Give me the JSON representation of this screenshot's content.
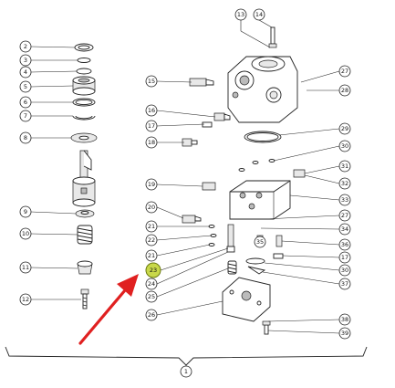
{
  "diagram": {
    "callouts_left": [
      "2",
      "3",
      "4",
      "5",
      "6",
      "7",
      "8",
      "9",
      "10",
      "11",
      "12"
    ],
    "callouts_top": [
      "13",
      "14"
    ],
    "callouts_middle": [
      "15",
      "16",
      "17",
      "18",
      "19",
      "20",
      "21",
      "22",
      "21",
      "23",
      "24",
      "25",
      "26"
    ],
    "callouts_right": [
      "27",
      "28",
      "29",
      "30",
      "31",
      "32",
      "33",
      "27",
      "34",
      "35",
      "36",
      "17",
      "30",
      "37",
      "38",
      "39"
    ],
    "callout_bottom": "1",
    "highlighted_callout": "23",
    "colors": {
      "highlight": "#c8d84a",
      "arrow": "#e02020",
      "line": "#222222"
    }
  }
}
